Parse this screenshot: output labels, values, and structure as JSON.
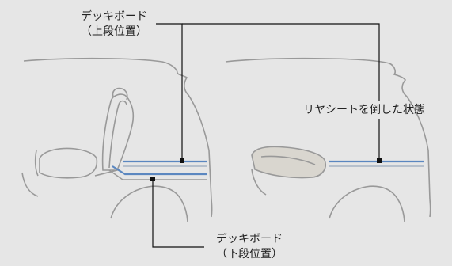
{
  "labels": {
    "upper_title": "デッキボード",
    "upper_sub": "（上段位置）",
    "folded_seat": "リヤシートを倒した状態",
    "lower_title": "デッキボード",
    "lower_sub": "（下段位置）"
  },
  "colors": {
    "background": "#e6e6e6",
    "car_outline": "#999999",
    "deck_board": "#5b87c0",
    "leader_line": "#111111"
  }
}
